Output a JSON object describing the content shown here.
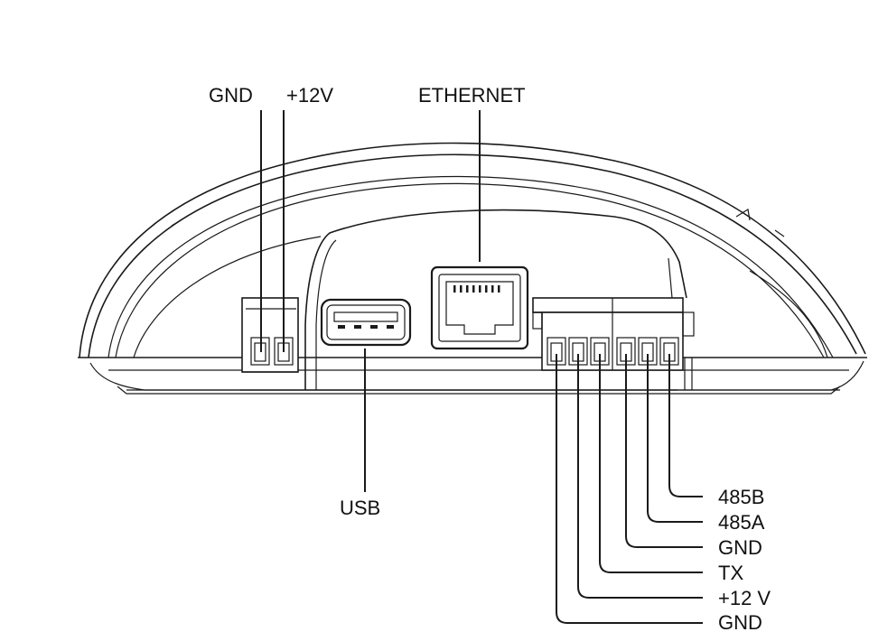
{
  "labels": {
    "power_gnd": "GND",
    "power_12v": "+12V",
    "ethernet": "ETHERNET",
    "usb": "USB",
    "bus_485b": "485B",
    "bus_485a": "485A",
    "bus_gnd": "GND",
    "bus_tx": "TX",
    "bus_12v": "+12 V",
    "bus_gnd2": "GND"
  }
}
